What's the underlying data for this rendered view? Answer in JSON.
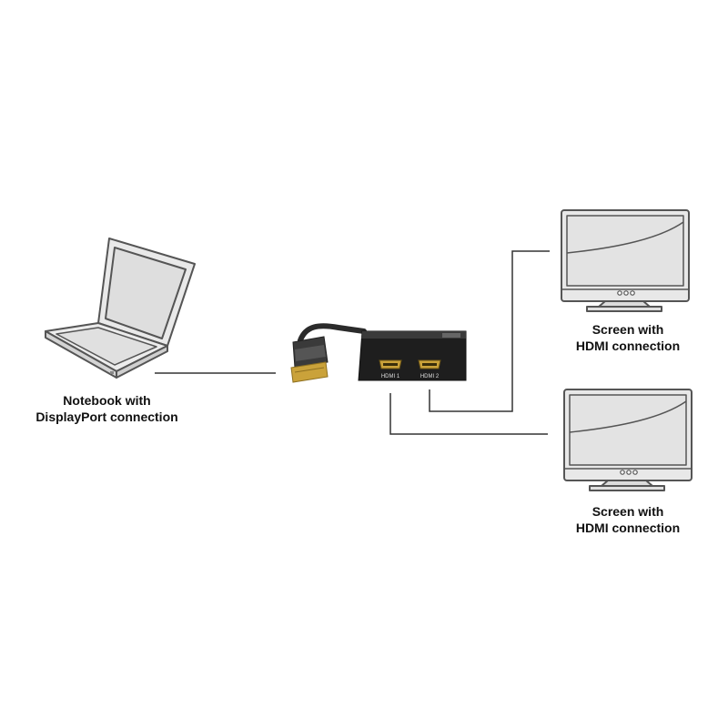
{
  "notebook": {
    "label_line1": "Notebook with",
    "label_line2": "DisplayPort connection"
  },
  "adapter": {
    "port1_label": "HDMI 1",
    "port2_label": "HDMI 2"
  },
  "screen_top": {
    "label_line1": "Screen with",
    "label_line2": "HDMI connection"
  },
  "screen_bottom": {
    "label_line1": "Screen with",
    "label_line2": "HDMI connection"
  },
  "colors": {
    "outline": "#555555",
    "device_fill": "#e6e6e6",
    "adapter_body": "#1e1e1e",
    "connector_gold": "#c9a33c",
    "cable": "#2b2b2b"
  },
  "icons": [
    "laptop-icon",
    "monitor-icon",
    "displayport-connector-icon",
    "hdmi-port-icon"
  ]
}
